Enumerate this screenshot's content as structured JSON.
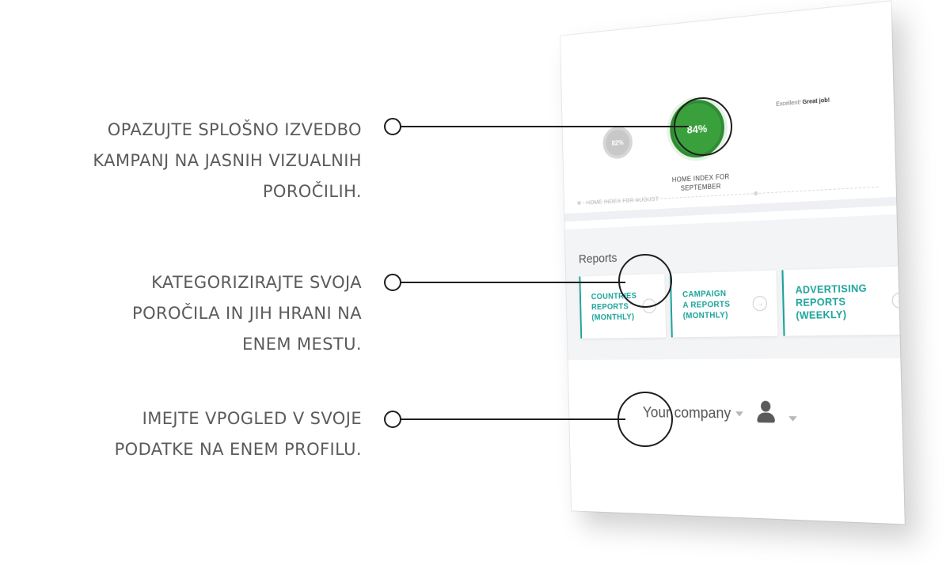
{
  "callouts": [
    {
      "lines": [
        "OPAZUJTE SPLOŠNO IZVEDBO",
        "KAMPANJ NA JASNIH VIZUALNIH",
        "POROČILIH."
      ]
    },
    {
      "lines": [
        "KATEGORIZIRAJTE SVOJA",
        "POROČILA IN JIH HRANI NA",
        "ENEM MESTU."
      ]
    },
    {
      "lines": [
        "IMEJTE VPOGLED V SVOJE",
        "PODATKE NA ENEM PROFILU."
      ]
    }
  ],
  "index": {
    "previous": {
      "value": "82%",
      "label": "HOME INDEX FOR AUGUST"
    },
    "current": {
      "value": "84%",
      "label": "HOME INDEX FOR SEPTEMBER"
    },
    "praise_prefix": "Excellent!",
    "praise_bold": "Great job!"
  },
  "reports": {
    "title": "Reports",
    "cards": [
      {
        "label": "COUNTRIES\nREPORTS\n(MONTHLY)"
      },
      {
        "label": "CAMPAIGN\nA REPORTS\n(MONTHLY)"
      },
      {
        "label": "ADVERTISING\nREPORTS\n(WEEKLY)"
      }
    ]
  },
  "profile": {
    "company": "Your company"
  },
  "colors": {
    "accent": "#1aa39a",
    "gauge": "#3aa03c",
    "text": "#5b5b5b"
  },
  "icons": [
    "arrow-right-circle-icon",
    "user-icon",
    "chevron-down-icon"
  ]
}
